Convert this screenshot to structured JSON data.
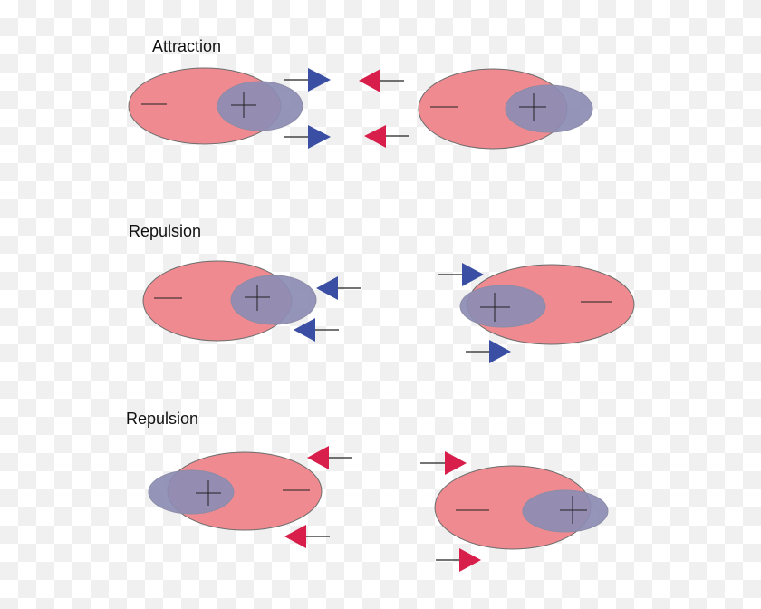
{
  "colors": {
    "negative_cloud": "#ef8a90",
    "positive_core": "#8c8cb4",
    "arrow_blue": "#3a4fa3",
    "arrow_red": "#d81e4a"
  },
  "panels": [
    {
      "title": "Attraction",
      "arrow_colors": "blue-right / red-left"
    },
    {
      "title": "Repulsion",
      "arrow_colors": "blue"
    },
    {
      "title": "Repulsion",
      "arrow_colors": "red"
    }
  ]
}
